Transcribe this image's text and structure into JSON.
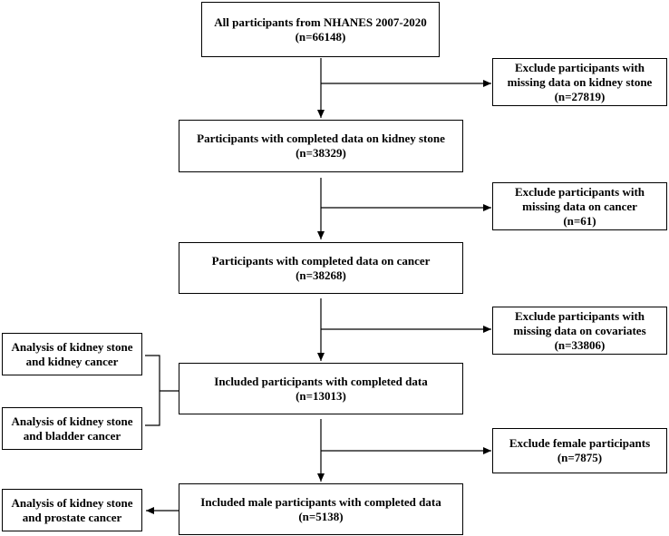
{
  "main_flow": [
    {
      "id": "all",
      "line1": "All participants from NHANES 2007-2020",
      "line2": "(n=66148)"
    },
    {
      "id": "kidney_stone",
      "line1": "Participants with completed data on kidney stone",
      "line2": "(n=38329)"
    },
    {
      "id": "cancer",
      "line1": "Participants with completed data on cancer",
      "line2": "(n=38268)"
    },
    {
      "id": "included",
      "line1": "Included participants with completed data",
      "line2": "(n=13013)"
    },
    {
      "id": "male",
      "line1": "Included male participants with completed data",
      "line2": "(n=5138)"
    }
  ],
  "exclusions": [
    {
      "id": "excl_stone",
      "line1": "Exclude participants with",
      "line2": "missing data on kidney stone",
      "line3": "(n=27819)"
    },
    {
      "id": "excl_cancer",
      "line1": "Exclude participants with",
      "line2": "missing data on cancer",
      "line3": "(n=61)"
    },
    {
      "id": "excl_cov",
      "line1": "Exclude participants with",
      "line2": "missing data on covariates",
      "line3": "(n=33806)"
    },
    {
      "id": "excl_female",
      "line1": "Exclude female participants",
      "line2": "(n=7875)"
    }
  ],
  "analyses": [
    {
      "id": "kidney_cancer",
      "line1": "Analysis of kidney stone",
      "line2": "and kidney cancer"
    },
    {
      "id": "bladder_cancer",
      "line1": "Analysis of kidney stone",
      "line2": "and bladder cancer"
    },
    {
      "id": "prostate_cancer",
      "line1": "Analysis of kidney stone",
      "line2": "and prostate cancer"
    }
  ]
}
